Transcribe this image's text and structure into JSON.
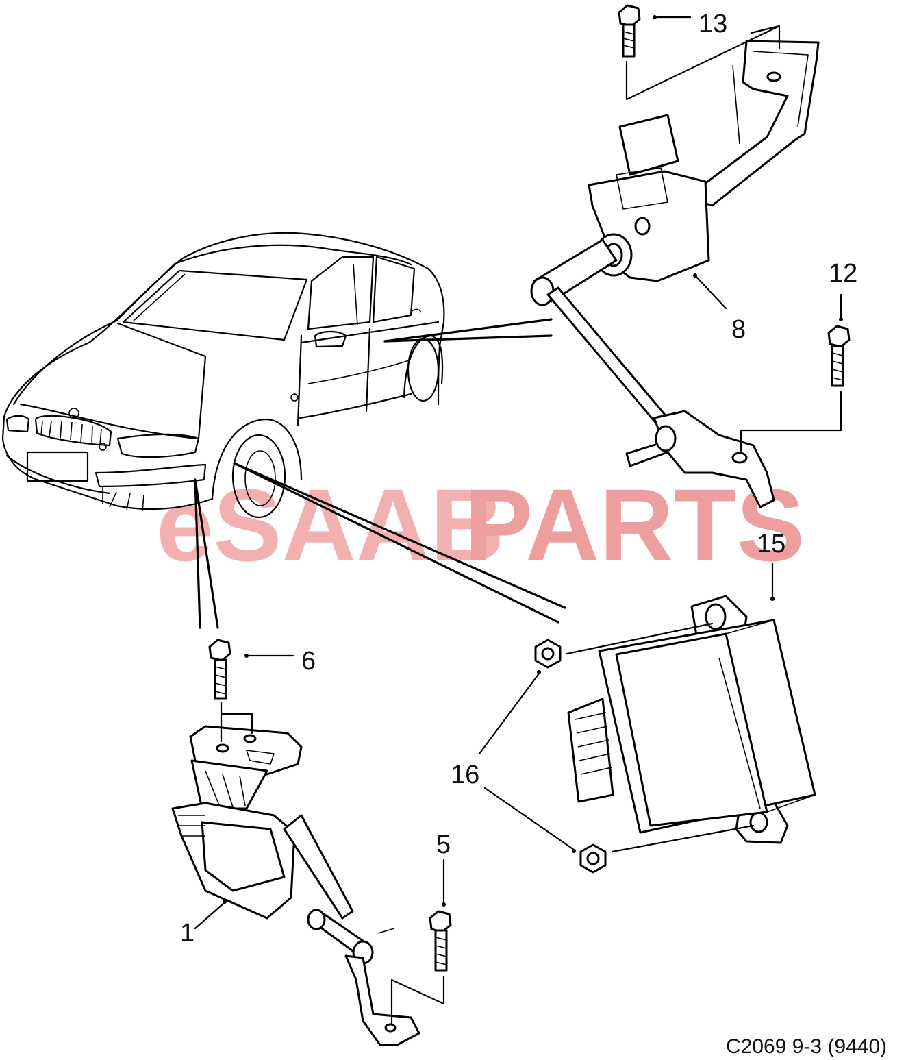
{
  "watermark": {
    "part1": "eSAAB",
    "part2": "PARTS",
    "color": "#f08a8a"
  },
  "callouts": {
    "c13": "13",
    "c12": "12",
    "c8": "8",
    "c15": "15",
    "c6": "6",
    "c16": "16",
    "c5": "5",
    "c1": "1"
  },
  "diagram_code": "C2069 9-3 (9440)"
}
